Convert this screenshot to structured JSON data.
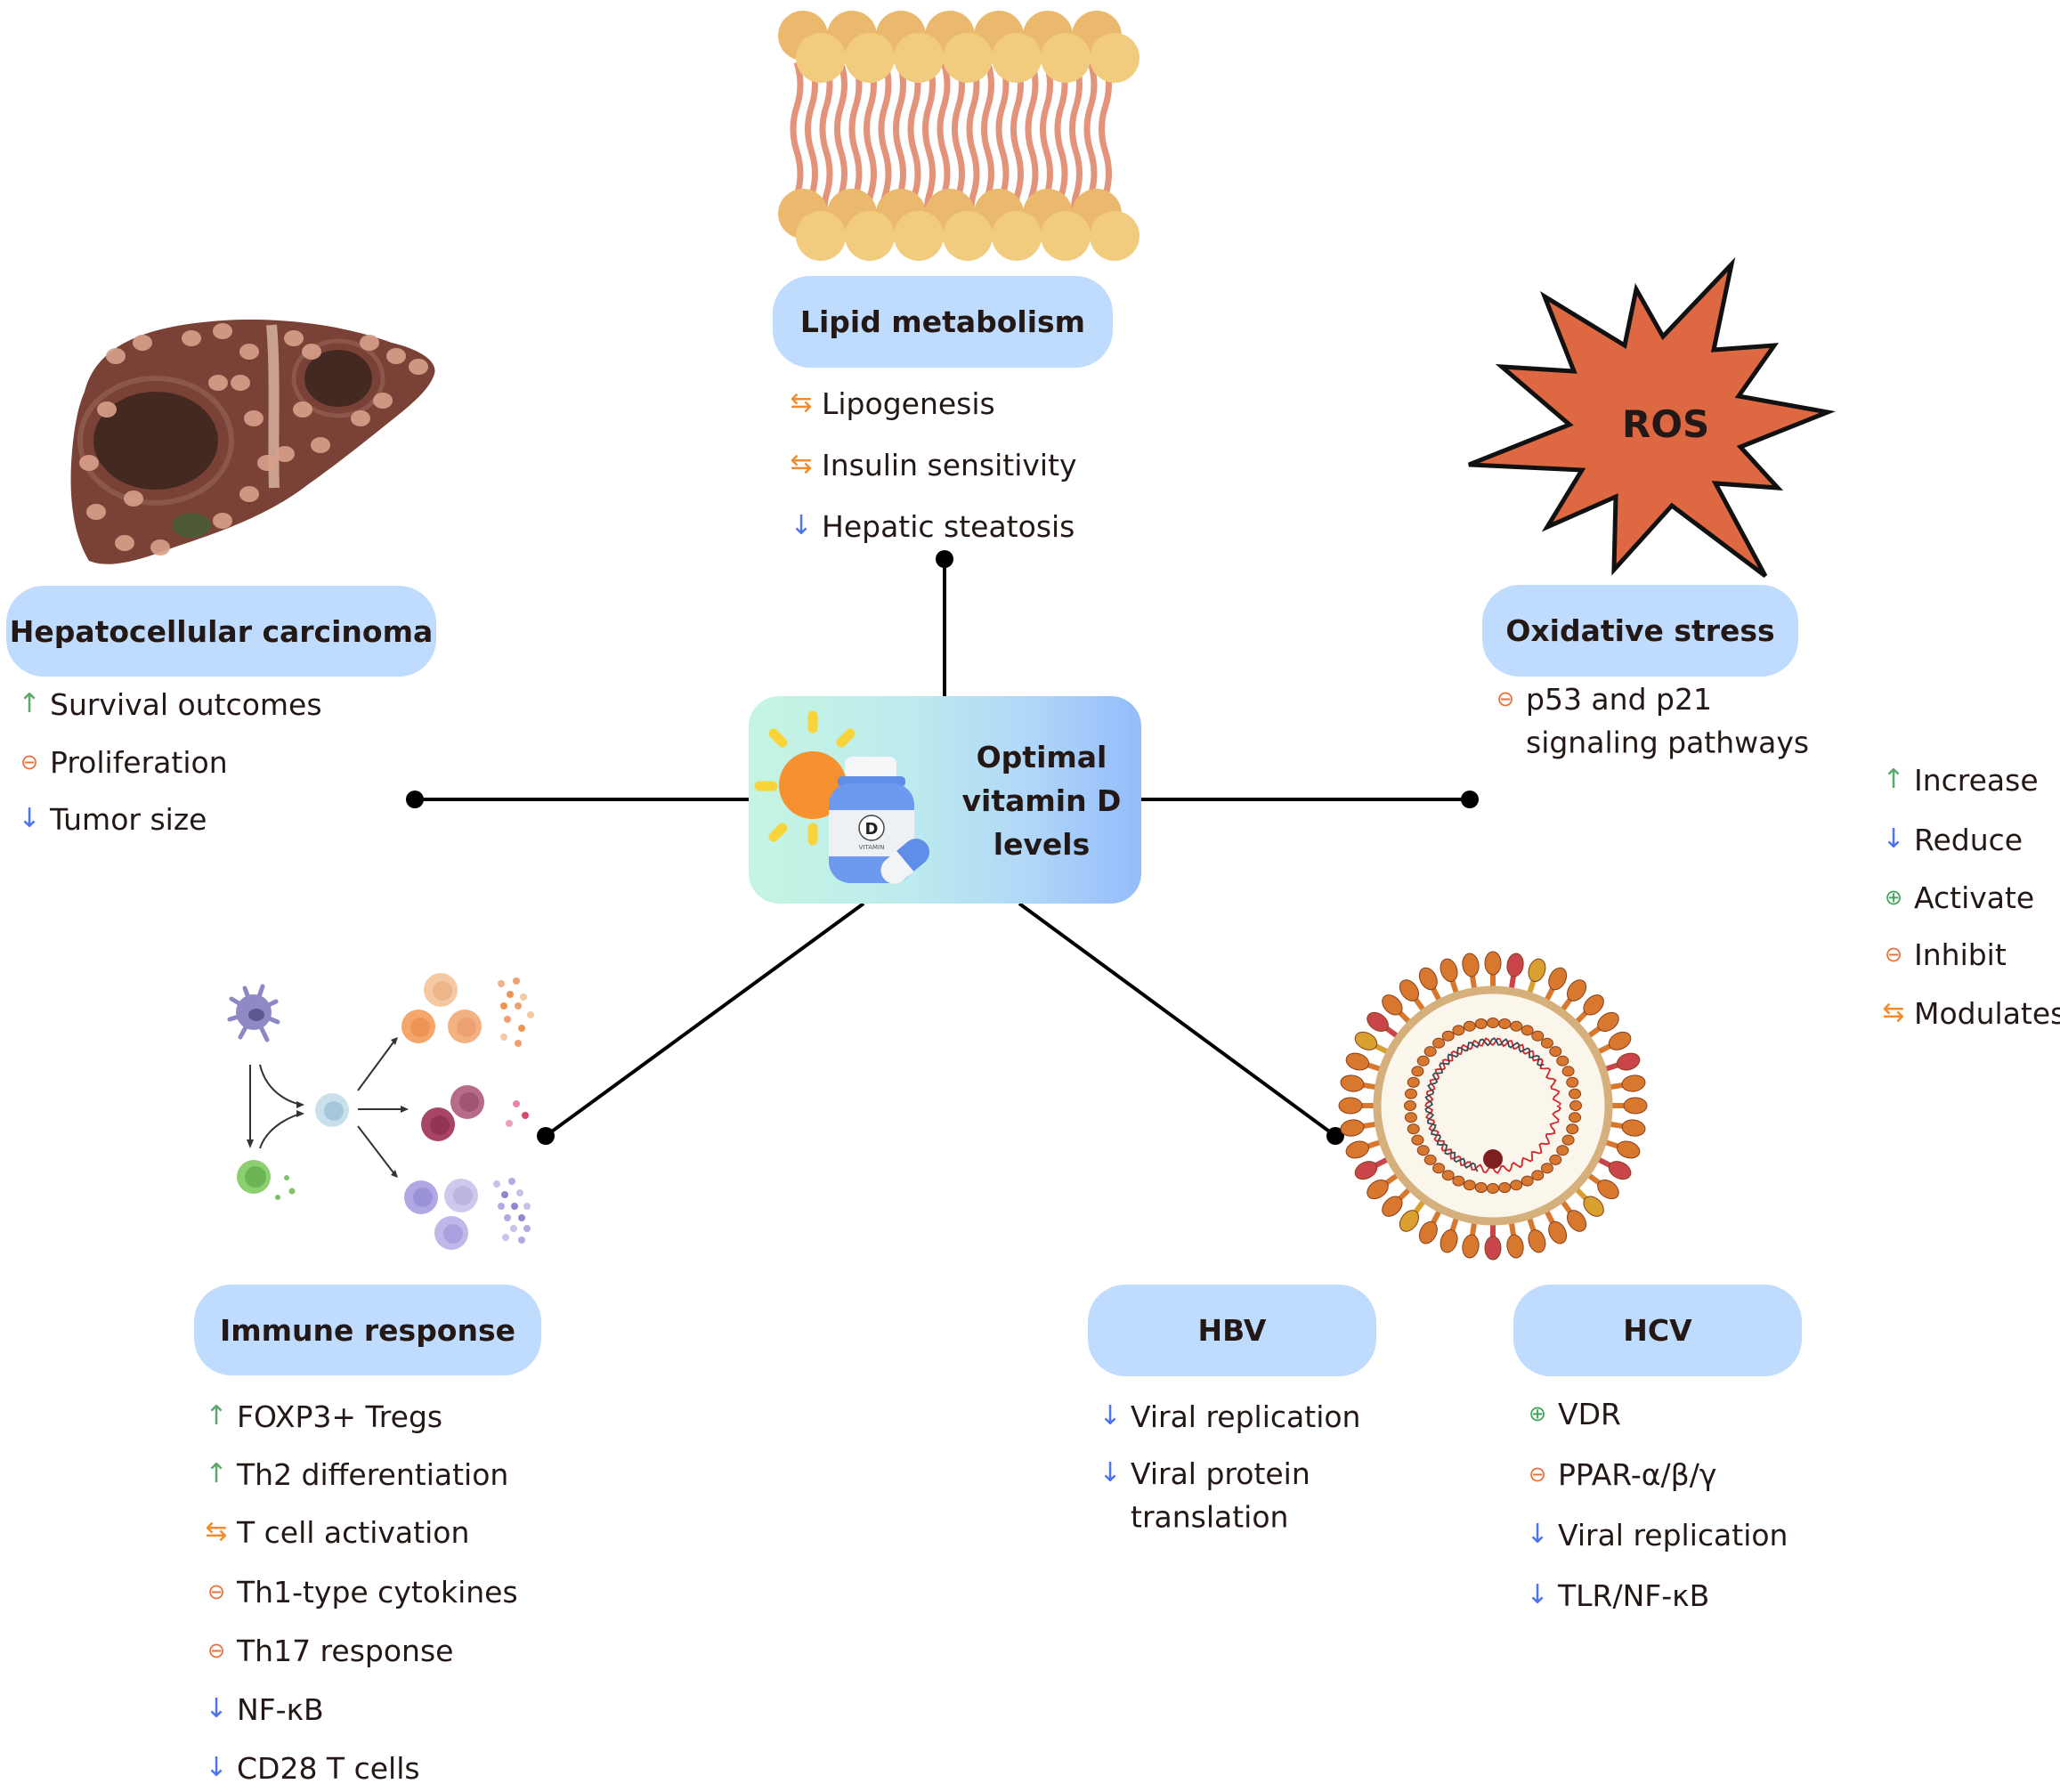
{
  "center": {
    "title_lines": [
      "Optimal",
      "vitamin D",
      "levels"
    ],
    "bottle_label_letter": "D",
    "bottle_label_text": "VITAMIN"
  },
  "nodes": {
    "hcc": {
      "title": "Hepatocellular carcinoma",
      "items": [
        {
          "icon": "increase",
          "text": "Survival outcomes"
        },
        {
          "icon": "inhibit",
          "text": "Proliferation"
        },
        {
          "icon": "reduce",
          "text": "Tumor size"
        }
      ]
    },
    "lipid": {
      "title": "Lipid metabolism",
      "items": [
        {
          "icon": "modulates",
          "text": "Lipogenesis"
        },
        {
          "icon": "modulates",
          "text": "Insulin sensitivity"
        },
        {
          "icon": "reduce",
          "text": "Hepatic steatosis"
        }
      ]
    },
    "oxidative": {
      "title": "Oxidative stress",
      "badge": "ROS",
      "items": [
        {
          "icon": "inhibit",
          "text": "p53 and p21",
          "continuation": "signaling pathways"
        }
      ]
    },
    "immune": {
      "title": "Immune response",
      "items": [
        {
          "icon": "increase",
          "text": "FOXP3+ Tregs"
        },
        {
          "icon": "increase",
          "text": "Th2 differentiation"
        },
        {
          "icon": "modulates",
          "text": "T cell activation"
        },
        {
          "icon": "inhibit",
          "text": "Th1-type cytokines"
        },
        {
          "icon": "inhibit",
          "text": "Th17 response"
        },
        {
          "icon": "reduce",
          "text": "NF-κB"
        },
        {
          "icon": "reduce",
          "text": "CD28 T cells"
        }
      ]
    },
    "hbv": {
      "title": "HBV",
      "items": [
        {
          "icon": "reduce",
          "text": "Viral replication"
        },
        {
          "icon": "reduce",
          "text": "Viral protein",
          "continuation": "translation"
        }
      ]
    },
    "hcv": {
      "title": "HCV",
      "items": [
        {
          "icon": "activate",
          "text": "VDR"
        },
        {
          "icon": "inhibit",
          "text": "PPAR-α/β/γ"
        },
        {
          "icon": "reduce",
          "text": "Viral replication"
        },
        {
          "icon": "reduce",
          "text": "TLR/NF-κB"
        }
      ]
    }
  },
  "legend": [
    {
      "icon": "increase",
      "glyph": "↑",
      "label": "Increase"
    },
    {
      "icon": "reduce",
      "glyph": "↓",
      "label": "Reduce"
    },
    {
      "icon": "activate",
      "glyph": "⊕",
      "label": "Activate"
    },
    {
      "icon": "inhibit",
      "glyph": "⊖",
      "label": "Inhibit"
    },
    {
      "icon": "modulates",
      "glyph": "⇆",
      "label": "Modulates"
    }
  ],
  "glyphs": {
    "increase": "↑",
    "reduce": "↓",
    "activate": "⊕",
    "inhibit": "⊖",
    "modulates": "⇆"
  },
  "colors": {
    "pill_bg": "#bfdbfd",
    "increase": "#5aa86a",
    "reduce": "#4f74f0",
    "activate": "#3fa55a",
    "inhibit": "#e9703f",
    "modulates": "#f28a2e",
    "ros_fill": "#dd6842",
    "text": "#231815"
  }
}
